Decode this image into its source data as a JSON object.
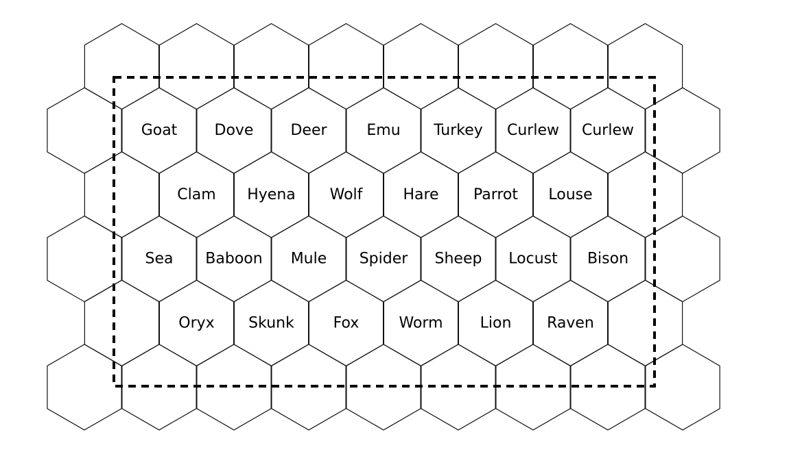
{
  "hex_grid": {
    "rows": [
      [
        "",
        "",
        "",
        "",
        "",
        "",
        "",
        ""
      ],
      [
        "",
        "Goat",
        "Dove",
        "Deer",
        "Emu",
        "Turkey",
        "Curlew",
        "Curlew",
        ""
      ],
      [
        "",
        "Clam",
        "Hyena",
        "Wolf",
        "Hare",
        "Parrot",
        "Louse",
        ""
      ],
      [
        "",
        "Sea",
        "Baboon",
        "Mule",
        "Spider",
        "Sheep",
        "Locust",
        "Bison",
        ""
      ],
      [
        "",
        "Oryx",
        "Skunk",
        "Fox",
        "Worm",
        "Lion",
        "Raven",
        ""
      ],
      [
        "",
        "",
        "",
        "",
        "",
        "",
        "",
        "",
        ""
      ]
    ]
  },
  "colors": {
    "stroke": "#111111",
    "fill": "#ffffff",
    "selection_border": "#000000"
  }
}
